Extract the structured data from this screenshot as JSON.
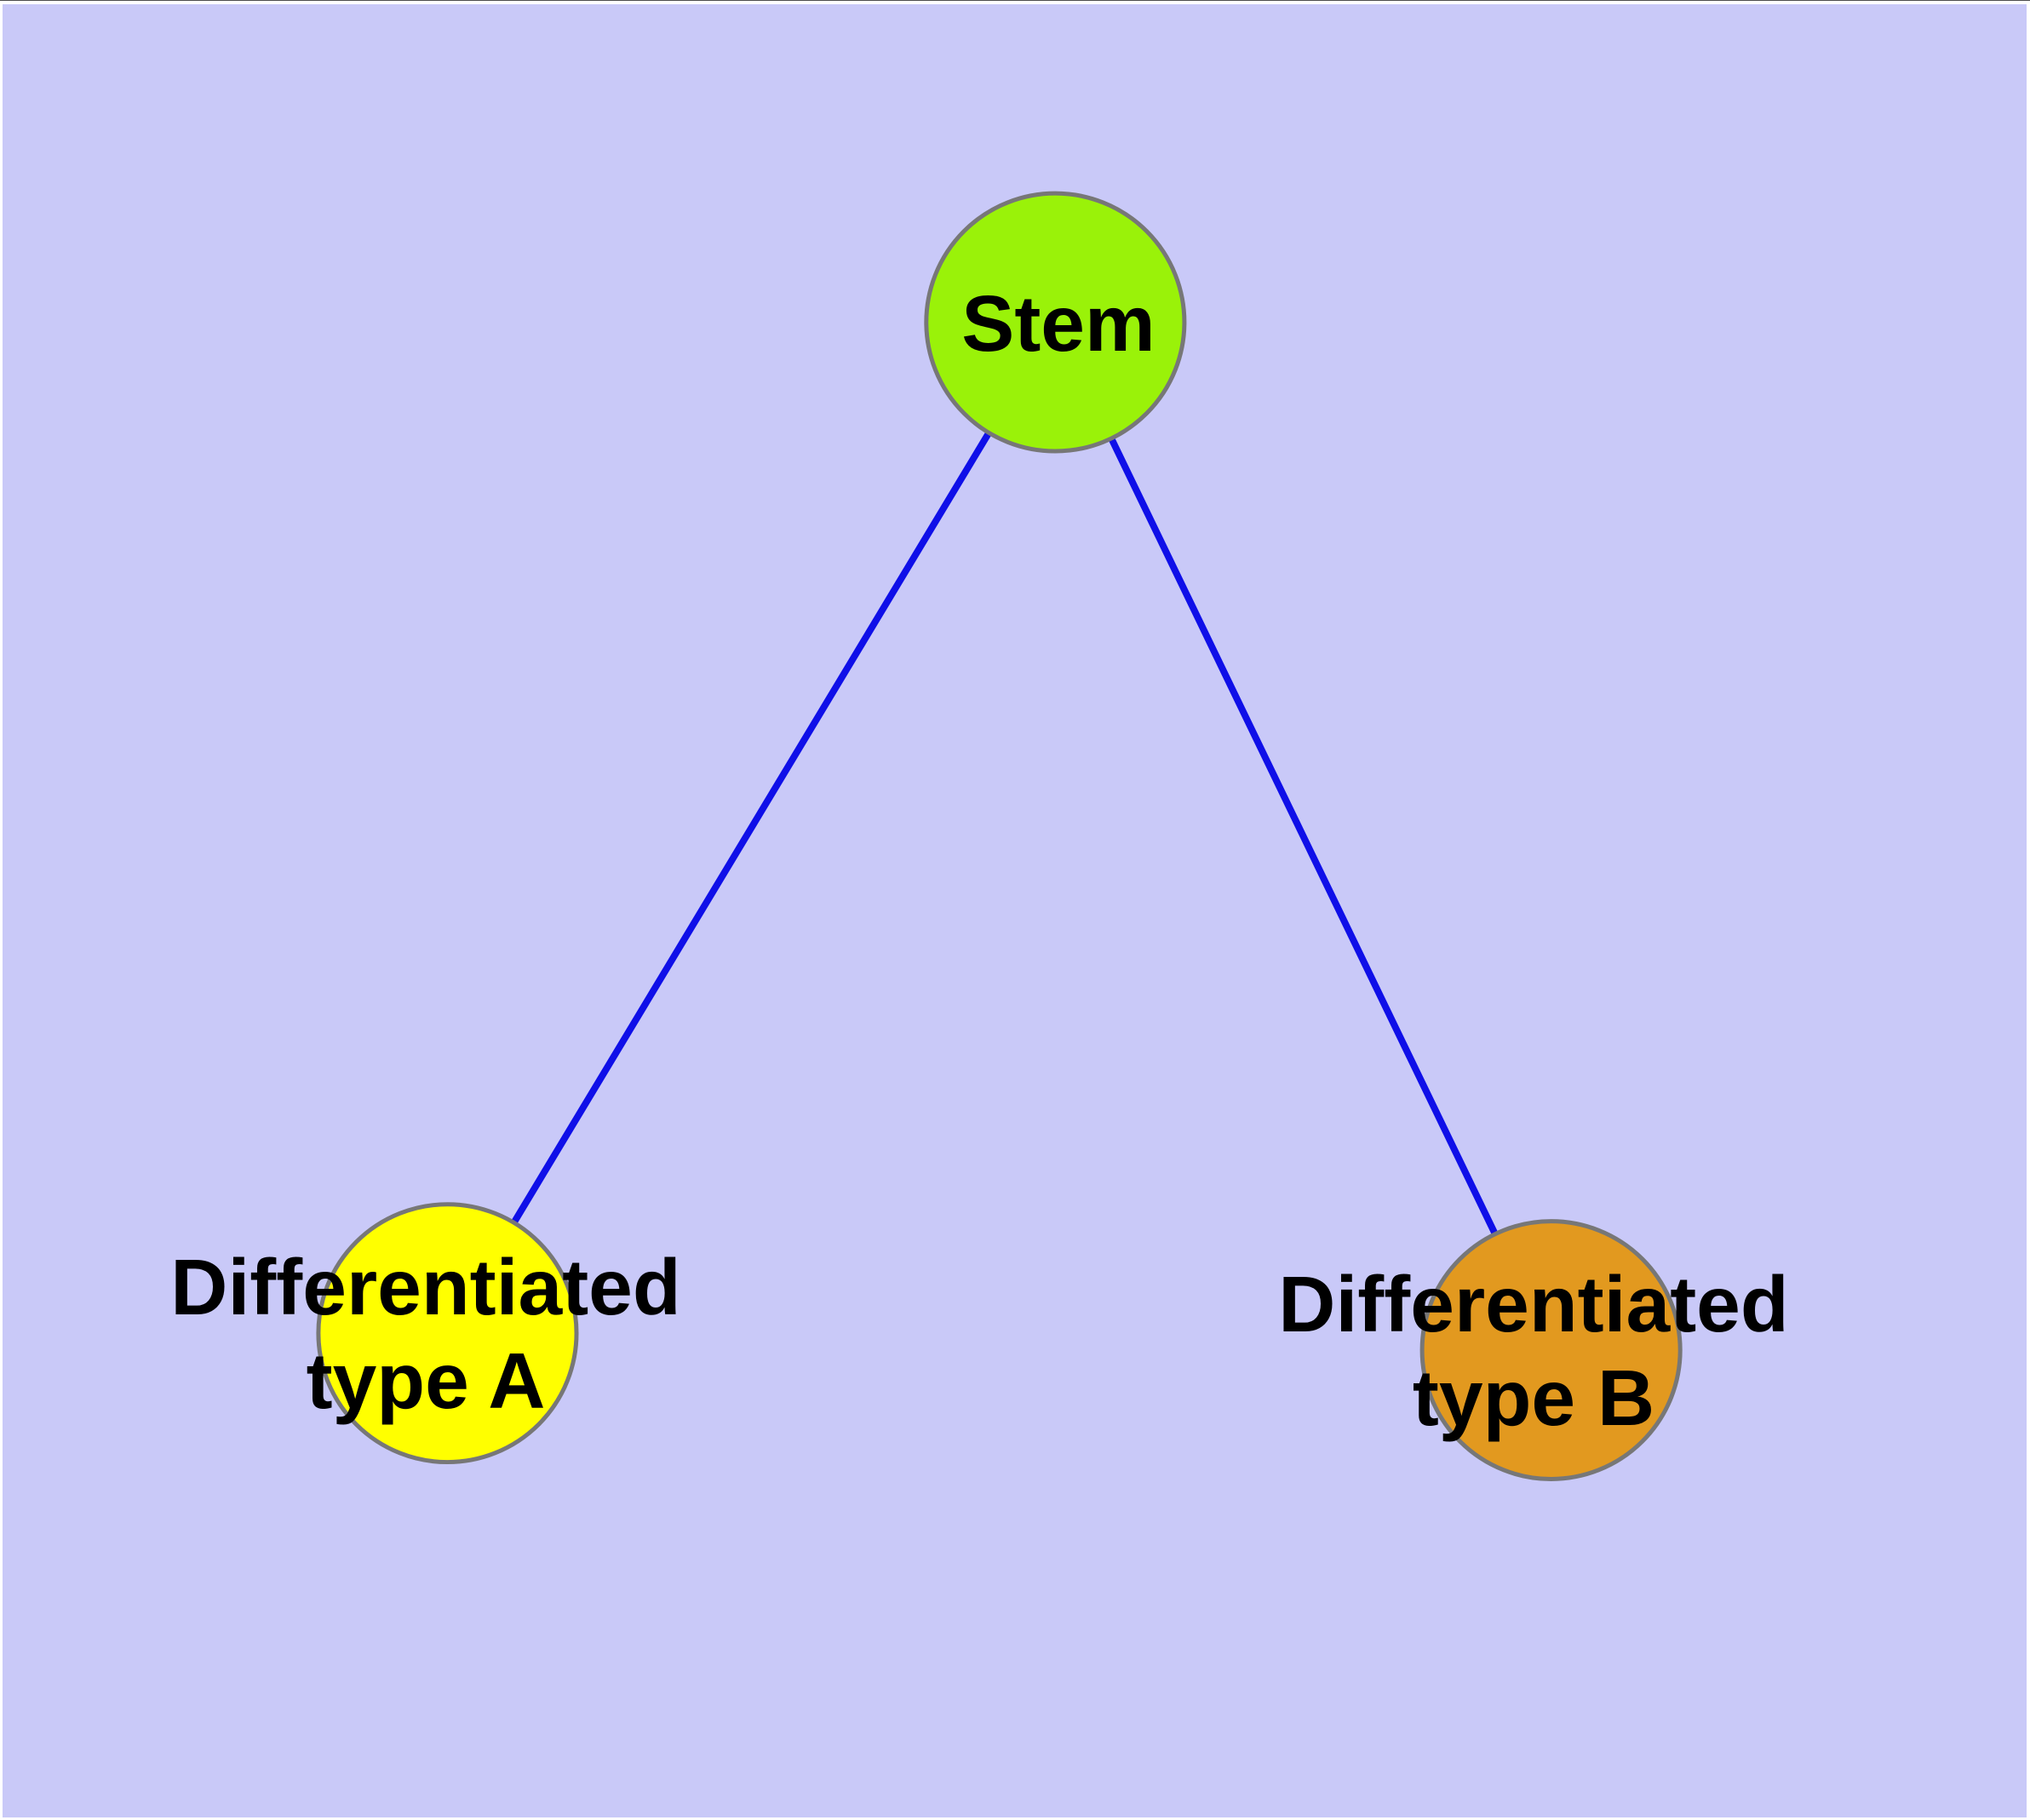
{
  "page": {
    "background_color": "#ffffff",
    "canvas_color": "#c9c9f8"
  },
  "diagram": {
    "edge_color": "#0f0fe8",
    "node_border_color": "#777777",
    "label_color": "#000000",
    "nodes": [
      {
        "id": "stem",
        "label": "Stem",
        "fill": "#9af209"
      },
      {
        "id": "differentiated-type-a",
        "label": "Differentiated type A",
        "label_line1": "Differentiated",
        "label_line2": "type A",
        "fill": "#ffff00"
      },
      {
        "id": "differentiated-type-b",
        "label": "Differentiated type B",
        "label_line1": "Differentiated",
        "label_line2": "type B",
        "fill": "#e2991f"
      }
    ],
    "edges": [
      {
        "from": "stem",
        "to": "differentiated-type-a"
      },
      {
        "from": "stem",
        "to": "differentiated-type-b"
      }
    ]
  }
}
